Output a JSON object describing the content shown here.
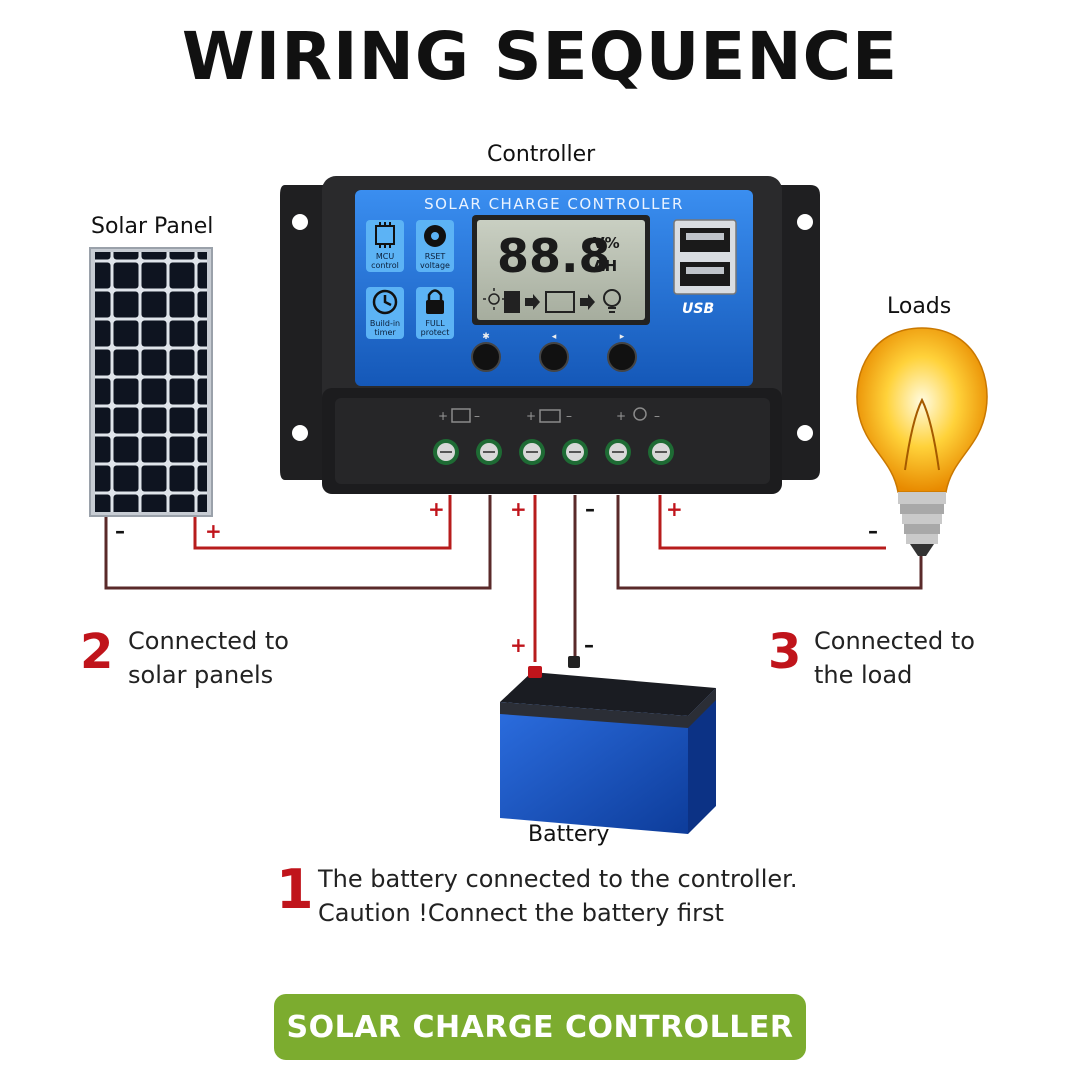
{
  "title": "WIRING SEQUENCE",
  "labels": {
    "controller": "Controller",
    "solar_panel": "Solar Panel",
    "loads": "Loads",
    "battery": "Battery"
  },
  "controller_panel": {
    "header": "SOLAR CHARGE CONTROLLER",
    "lcd_digits": "88.8",
    "lcd_unit_top": "V%",
    "lcd_unit_bottom": "AH",
    "usb_label": "USB",
    "features": [
      {
        "line1": "MCU",
        "line2": "control",
        "icon": "chip-icon"
      },
      {
        "line1": "RSET",
        "line2": "voltage",
        "icon": "gear-icon"
      },
      {
        "line1": "Build-in",
        "line2": "timer",
        "icon": "clock-icon"
      },
      {
        "line1": "FULL",
        "line2": "protect",
        "icon": "lock-icon"
      }
    ]
  },
  "polarity": {
    "plus": "+",
    "minus": "–"
  },
  "steps": [
    {
      "number": "1",
      "line1": "The battery connected to the controller.",
      "line2": "Caution !Connect the battery first"
    },
    {
      "number": "2",
      "line1": "Connected to",
      "line2": "solar panels"
    },
    {
      "number": "3",
      "line1": "Connected to",
      "line2": "the load"
    }
  ],
  "footer": "SOLAR CHARGE CONTROLLER",
  "colors": {
    "accent_red": "#c0141b",
    "banner_green": "#7cac2f",
    "controller_blue": "#1e6fd6",
    "battery_blue": "#1f5fcc",
    "wire_red": "#b71c1c",
    "wire_dark": "#5a2a2a"
  }
}
